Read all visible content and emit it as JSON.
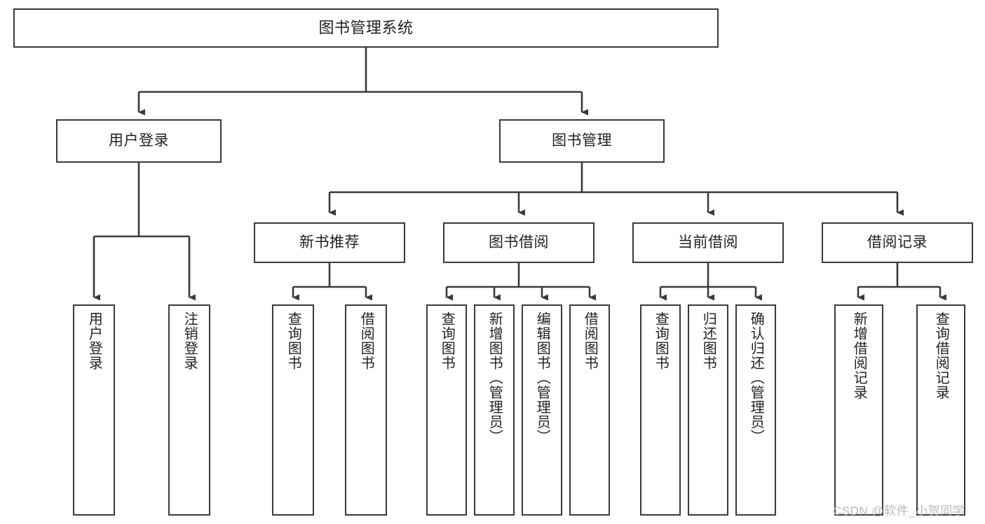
{
  "diagram": {
    "title": "图书管理系统",
    "type": "tree-hierarchy",
    "orientation": "top-down",
    "line_color": "#3a3a3a",
    "box_fill": "#ffffff",
    "text_color": "#222222",
    "watermark": "CSDN @软件_小贺同学",
    "nodes": {
      "root": {
        "label": "图书管理系统"
      },
      "level2": [
        {
          "label": "用户登录"
        },
        {
          "label": "图书管理"
        }
      ],
      "level3": [
        {
          "label": "新书推荐"
        },
        {
          "label": "图书借阅"
        },
        {
          "label": "当前借阅"
        },
        {
          "label": "借阅记录"
        }
      ],
      "leaves_user_login": [
        {
          "label": "用户登录"
        },
        {
          "label": "注销登录"
        }
      ],
      "leaves_new_book": [
        {
          "label": "查询图书"
        },
        {
          "label": "借阅图书"
        }
      ],
      "leaves_borrow": [
        {
          "label": "查询图书"
        },
        {
          "label": "新增图书（管理员）"
        },
        {
          "label": "编辑图书（管理员）"
        },
        {
          "label": "借阅图书"
        }
      ],
      "leaves_current": [
        {
          "label": "查询图书"
        },
        {
          "label": "归还图书"
        },
        {
          "label": "确认归还（管理员）"
        }
      ],
      "leaves_record": [
        {
          "label": "新增借阅记录"
        },
        {
          "label": "查询借阅记录"
        }
      ]
    }
  }
}
